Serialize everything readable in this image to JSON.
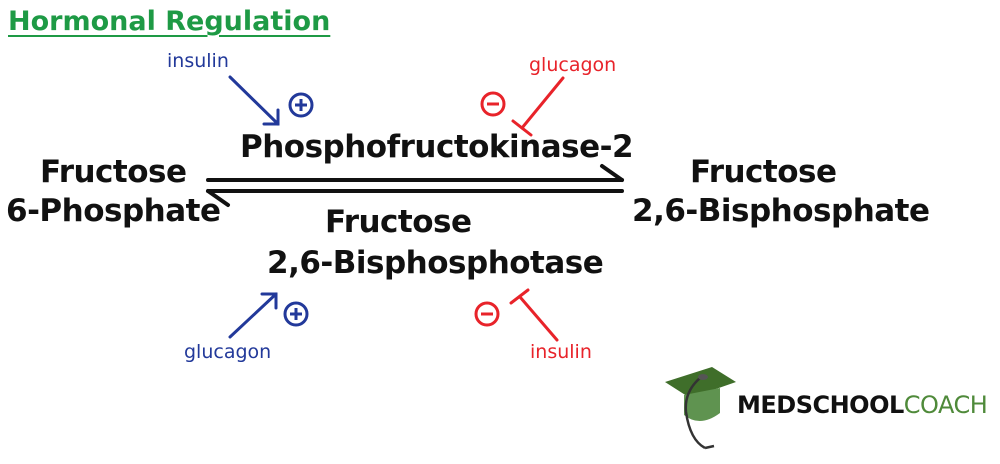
{
  "title": "Hormonal Regulation",
  "substrate": {
    "line1": "Fructose",
    "line2": "6-Phosphate"
  },
  "product": {
    "line1": "Fructose",
    "line2": "2,6-Bisphosphate"
  },
  "forward_enzyme": {
    "name": "Phosphofructokinase-2",
    "activator": "insulin",
    "inhibitor": "glucagon"
  },
  "reverse_enzyme": {
    "line1": "Fructose",
    "line2": "2,6-Bisphosphotase",
    "activator": "glucagon",
    "inhibitor": "insulin"
  },
  "colors": {
    "activator": "#22399a",
    "inhibitor": "#e8232a",
    "title": "#1e9a45"
  },
  "logo": {
    "bold": "MEDSCHOOL",
    "light": "COACH"
  }
}
